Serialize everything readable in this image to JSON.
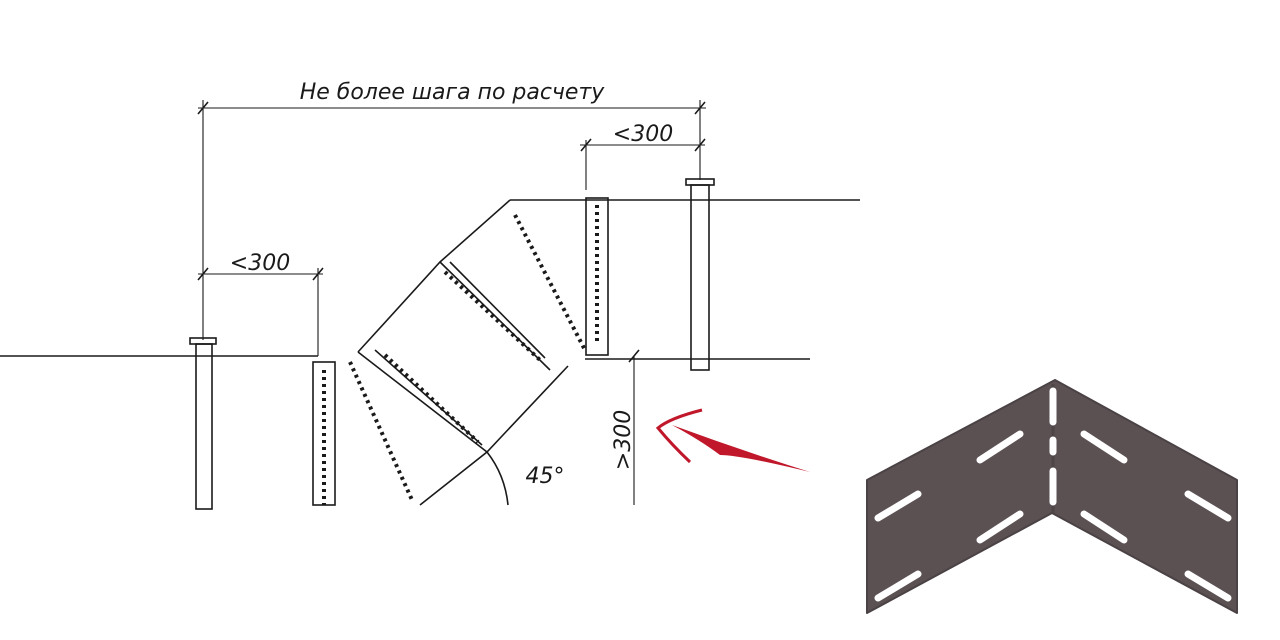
{
  "drawing": {
    "top_dimension": "Не более шага по расчету",
    "left_offset": "<300",
    "right_offset": "<300",
    "vertical_offset": ">300",
    "angle": "45°"
  },
  "colors": {
    "line": "#1a1a1a",
    "arrow": "#c0182a",
    "bracket": "#5b5153"
  }
}
